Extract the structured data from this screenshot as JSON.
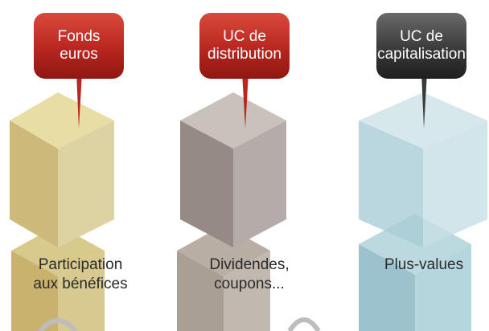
{
  "columns": [
    {
      "id": "fonds-euros",
      "label": "Fonds\neuros",
      "base_text": "Participation\naux bénéfices",
      "label_color": "#b8261f",
      "cube_top": "#e8dda4",
      "cube_left": "#cdb97a",
      "cube_right": "#ddd3a2",
      "base_left": "#c9b26e",
      "base_right": "#d7c98f"
    },
    {
      "id": "uc-distribution",
      "label": "UC de\ndistribution",
      "base_text": "Dividendes,\ncoupons...",
      "label_color": "#b8261f",
      "cube_top": "#c9c2ba",
      "cube_left": "#968b84",
      "cube_right": "#b4aca8",
      "base_left": "#a99f95",
      "base_right": "#c1b9b0"
    },
    {
      "id": "uc-capitalisation",
      "label": "UC de\ncapitalisation",
      "base_text": "Plus-values",
      "label_color": "#3a3a3a",
      "cube_top": "#d7e8ec",
      "cube_left": "#a9ccd6",
      "cube_right": "#c6dfe5",
      "base_left": "#9cc2cd",
      "base_right": "#b6d6de"
    }
  ]
}
